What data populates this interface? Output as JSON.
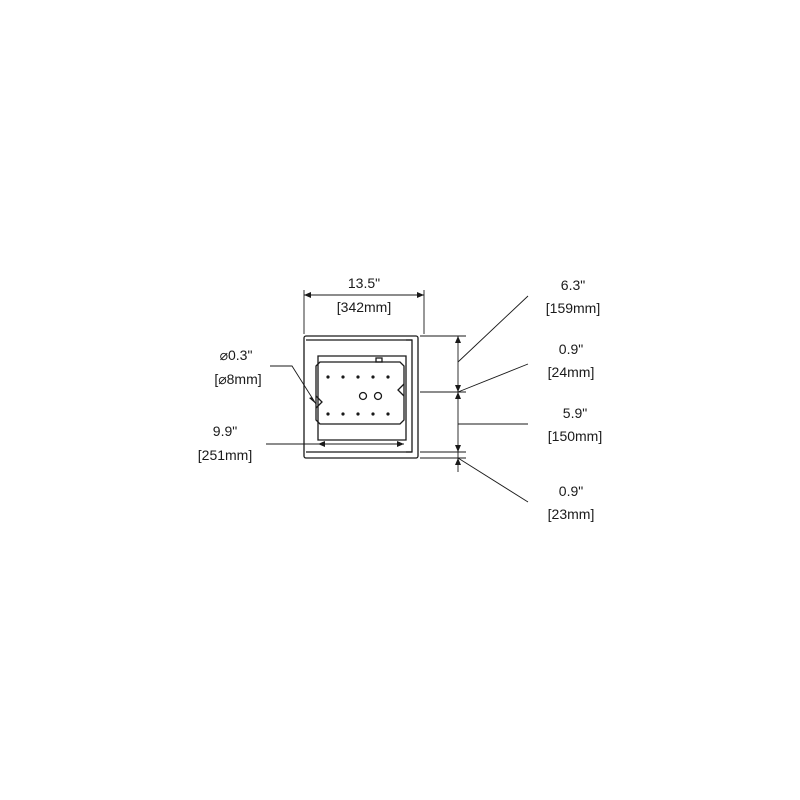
{
  "dimensions": {
    "width": {
      "imperial": "13.5\"",
      "metric": "[342mm]"
    },
    "hole": {
      "imperial": "⌀0.3\"",
      "metric": "[⌀8mm]"
    },
    "hole_spacing": {
      "imperial": "9.9\"",
      "metric": "[251mm]"
    },
    "total_height": {
      "imperial": "6.3\"",
      "metric": "[159mm]"
    },
    "top_offset": {
      "imperial": "0.9\"",
      "metric": "[24mm]"
    },
    "middle_height": {
      "imperial": "5.9\"",
      "metric": "[150mm]"
    },
    "bottom_offset": {
      "imperial": "0.9\"",
      "metric": "[23mm]"
    }
  },
  "colors": {
    "line": "#1a1a1a",
    "background": "#ffffff"
  }
}
